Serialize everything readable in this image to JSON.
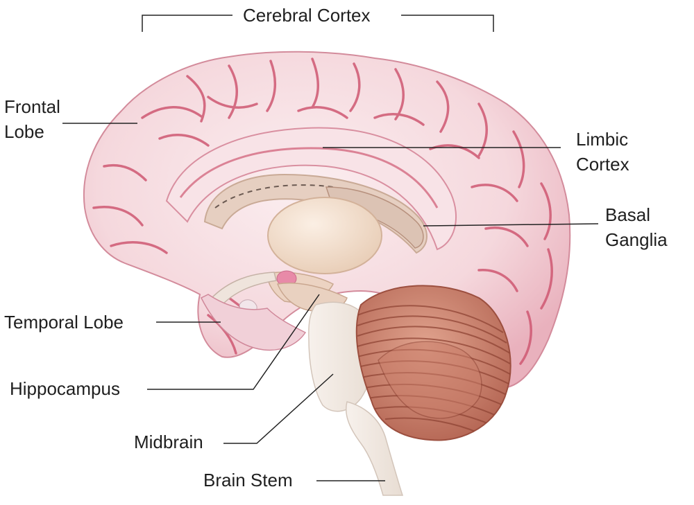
{
  "labels": {
    "cerebral_cortex": "Cerebral Cortex",
    "frontal_lobe": "Frontal\nLobe",
    "limbic_cortex": "Limbic\nCortex",
    "basal_ganglia": "Basal\nGanglia",
    "temporal_lobe": "Temporal Lobe",
    "hippocampus": "Hippocampus",
    "midbrain": "Midbrain",
    "brain_stem": "Brain Stem"
  },
  "colors": {
    "background": "#ffffff",
    "cortex": "#f3d5db",
    "sulci": "#cc4c68",
    "inner_structures": "#ead4c3",
    "cerebellum": "#c9826f",
    "brain_stem": "#f4ede6",
    "leader_line": "#222222"
  }
}
